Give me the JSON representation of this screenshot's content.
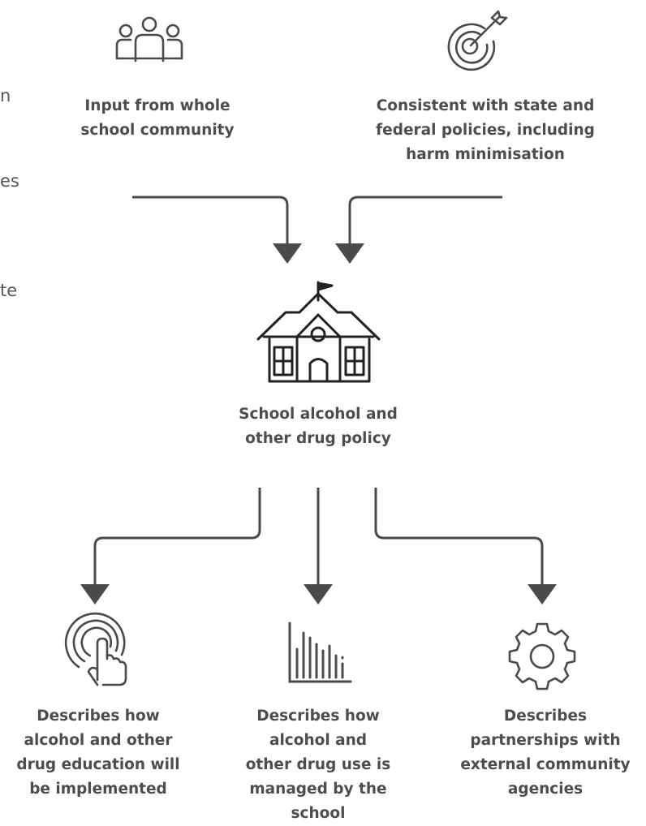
{
  "clipped_left_text": [
    "n",
    "es",
    "te"
  ],
  "top_left": {
    "lines": [
      "Input from whole",
      "school community"
    ],
    "icon": "community-people-icon"
  },
  "top_right": {
    "lines": [
      "Consistent with state and",
      "federal policies, including",
      "harm minimisation"
    ],
    "icon": "target-dart-icon"
  },
  "center": {
    "lines": [
      "School alcohol and",
      "other drug policy"
    ],
    "icon": "school-building-icon"
  },
  "bottom_left": {
    "lines": [
      "Describes how",
      "alcohol and other",
      "drug education will",
      "be implemented"
    ],
    "icon": "touch-hand-icon"
  },
  "bottom_middle": {
    "lines": [
      "Describes how",
      "alcohol and",
      "other drug use is",
      "managed by the",
      "school"
    ],
    "icon": "bar-chart-icon"
  },
  "bottom_right": {
    "lines": [
      "Describes",
      "partnerships with",
      "external community",
      "agencies"
    ],
    "icon": "gear-icon"
  },
  "colors": {
    "line": "#4a4a4a",
    "text": "#4d4d4d"
  }
}
